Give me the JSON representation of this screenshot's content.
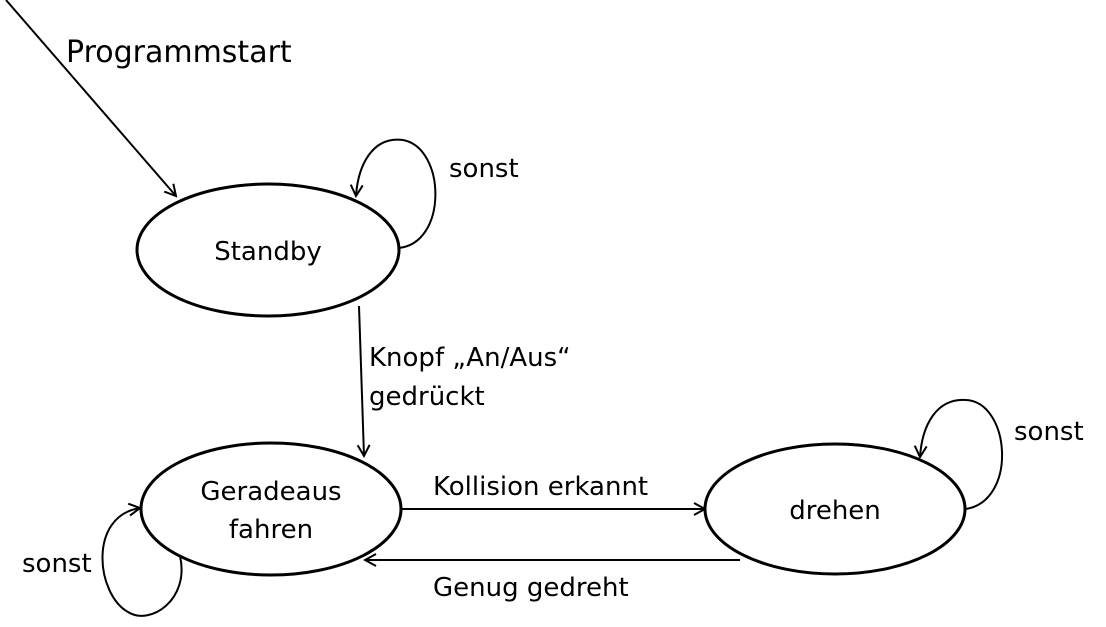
{
  "diagram": {
    "start_label": "Programmstart",
    "states": {
      "standby": {
        "label": "Standby"
      },
      "geradeaus": {
        "label_line1": "Geradeaus",
        "label_line2": "fahren"
      },
      "drehen": {
        "label": "drehen"
      }
    },
    "transitions": {
      "standby_self": "sonst",
      "standby_to_geradeaus_line1": "Knopf „An/Aus“",
      "standby_to_geradeaus_line2": "gedrückt",
      "geradeaus_self": "sonst",
      "geradeaus_to_drehen": "Kollision erkannt",
      "drehen_to_geradeaus": "Genug gedreht",
      "drehen_self": "sonst"
    }
  }
}
